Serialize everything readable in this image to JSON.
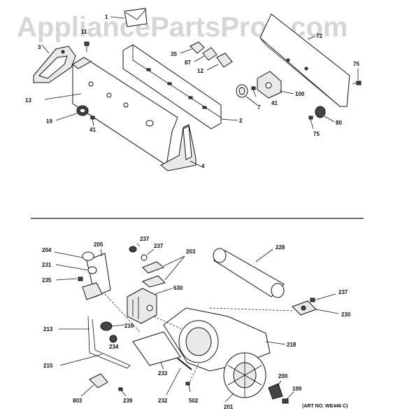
{
  "watermark": "AppliancePartsPros.com",
  "art_number": "(ART NO. WE446 C)",
  "callouts": {
    "c1": "1",
    "c11": "11",
    "c72": "72",
    "c3": "3",
    "c35": "35",
    "c87": "87",
    "c12": "12",
    "c75a": "75",
    "c13": "13",
    "c100": "100",
    "c41a": "41",
    "c7": "7",
    "c19": "19",
    "c41b": "41",
    "c2": "2",
    "c80": "80",
    "c75b": "75",
    "c4": "4",
    "c237a": "237",
    "c237b": "237",
    "c205": "205",
    "c204": "204",
    "c203": "203",
    "c228": "228",
    "c231": "231",
    "c235": "235",
    "c630": "630",
    "c237c": "237",
    "c230": "230",
    "c213": "213",
    "c216": "216",
    "c234": "234",
    "c218": "218",
    "c215": "215",
    "c233": "233",
    "c200": "200",
    "c803": "803",
    "c239": "239",
    "c232": "232",
    "c502": "502",
    "c201": "201",
    "c199": "199"
  }
}
